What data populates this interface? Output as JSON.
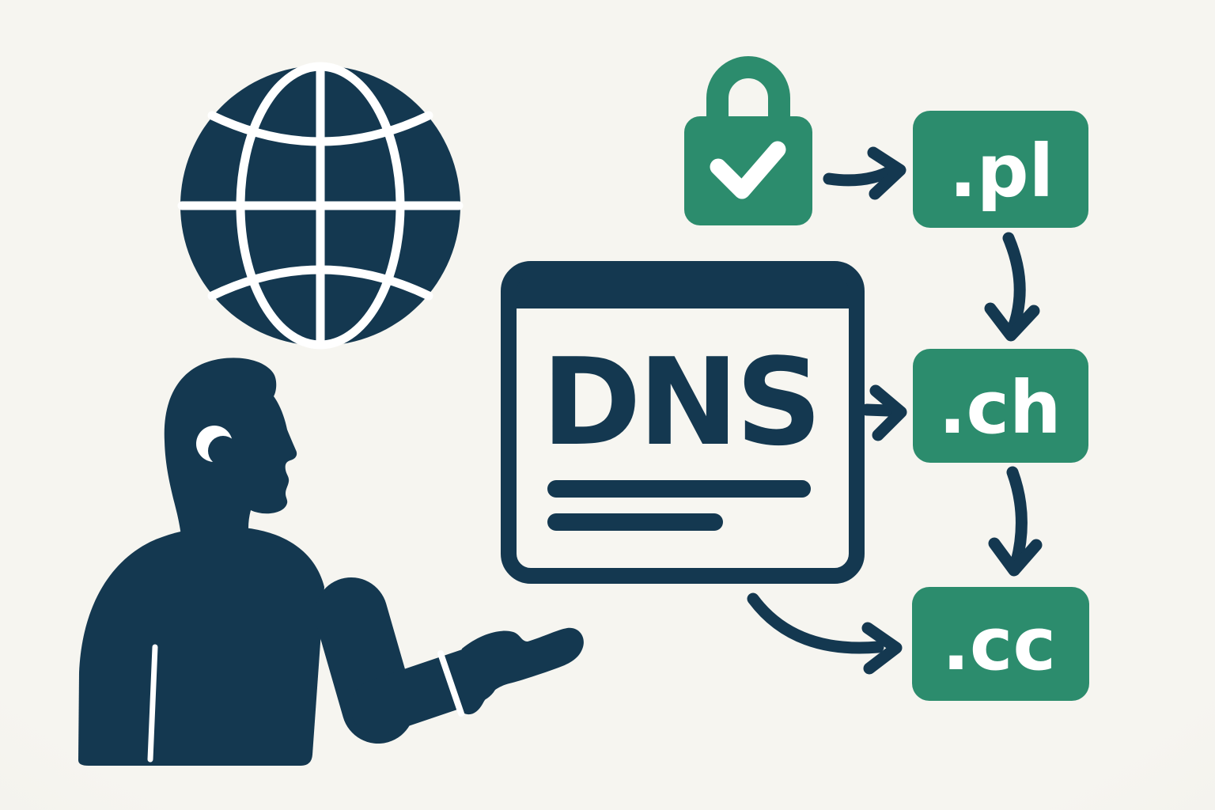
{
  "colors": {
    "navy": "#143850",
    "green": "#2c8c6d",
    "bg": "#f6f5f0",
    "bg-edge": "#eceae3",
    "card": "#f7f6f1",
    "white": "#ffffff"
  },
  "diagram": {
    "dns_window": {
      "label": "DNS",
      "content_lines": 2
    },
    "tlds": {
      "pl": ".pl",
      "ch": ".ch",
      "cc": ".cc"
    },
    "icons": [
      "globe-icon",
      "person-silhouette",
      "padlock-check-icon",
      "browser-window-icon"
    ],
    "arrows": [
      "arrow-lock-to-pl",
      "arrow-pl-to-ch",
      "arrow-dns-to-ch",
      "arrow-ch-to-cc",
      "arrow-dns-to-cc"
    ]
  }
}
